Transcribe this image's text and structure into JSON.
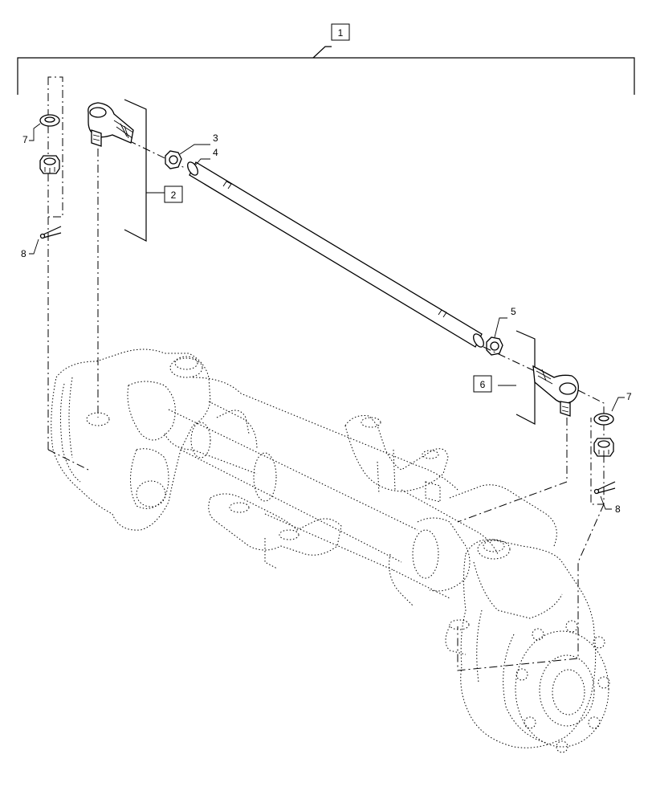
{
  "callouts": {
    "assembly": "1",
    "tie_rod_end_left": "2",
    "nut_left": "3",
    "tie_rod_tube": "4",
    "nut_right": "5",
    "tie_rod_end_right": "6",
    "washer_left": "7",
    "washer_right": "7",
    "cotter_pin_left": "8",
    "cotter_pin_right": "8"
  }
}
